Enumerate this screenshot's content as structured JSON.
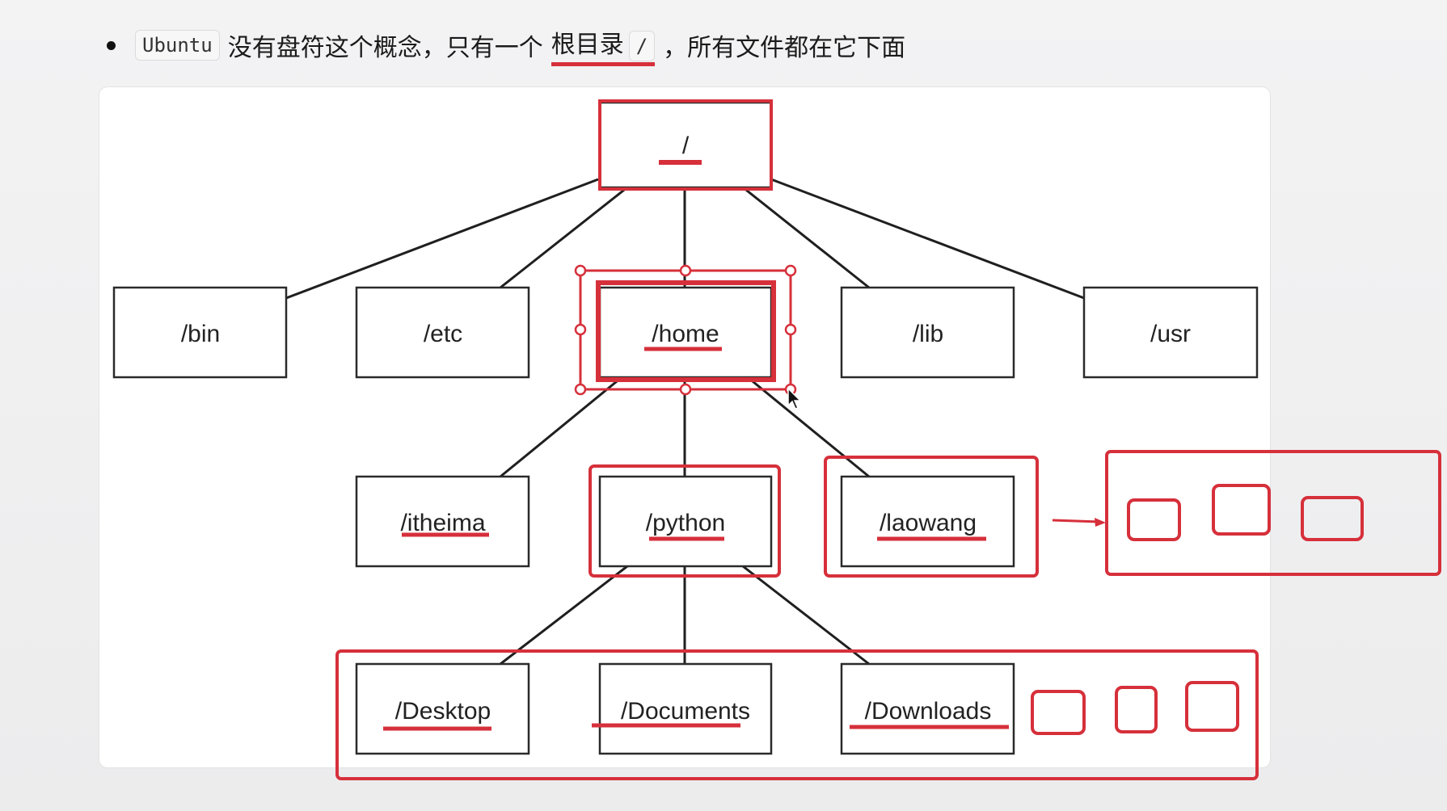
{
  "bullet": {
    "code": "Ubuntu",
    "text_before": "没有盘符这个概念，只有一个",
    "highlight": "根目录",
    "slash": "/",
    "text_after": "，所有文件都在它下面"
  },
  "tree": {
    "root": "/",
    "level1": [
      "/bin",
      "/etc",
      "/home",
      "/lib",
      "/usr"
    ],
    "level2": [
      "/itheima",
      "/python",
      "/laowang"
    ],
    "level3": [
      "/Desktop",
      "/Documents",
      "/Downloads"
    ]
  },
  "colors": {
    "accent": "#d6303b",
    "line": "#1f1f1f"
  },
  "icons": {
    "pointer": "mouse-cursor-icon"
  }
}
